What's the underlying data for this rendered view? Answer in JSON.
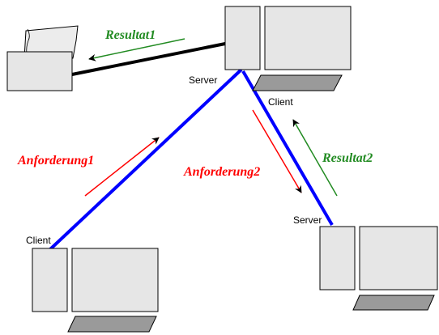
{
  "diagram": {
    "labels": {
      "resultat1": "Resultat1",
      "resultat2": "Resultat2",
      "anforderung1": "Anforderung1",
      "anforderung2": "Anforderung2",
      "server_top": "Server",
      "client_top": "Client",
      "client_bottom_left": "Client",
      "server_right": "Server"
    },
    "colors": {
      "link_blue": "#0000ff",
      "printer_link": "#000000",
      "request": "#ff0000",
      "result": "#228b22",
      "computer_fill": "#e6e6e6",
      "keyboard_fill": "#9a9a9a",
      "outline": "#000000"
    },
    "icons": [
      "printer-icon",
      "computer-icon"
    ]
  }
}
